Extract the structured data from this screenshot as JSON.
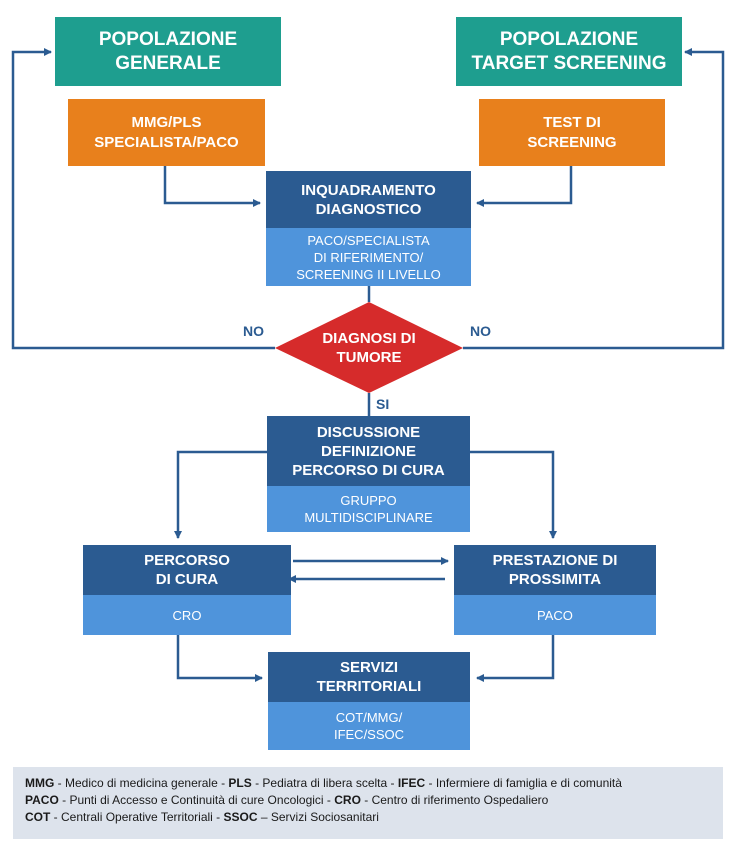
{
  "nodes": {
    "popolazione_generale": "POPOLAZIONE\nGENERALE",
    "popolazione_target": "POPOLAZIONE\nTARGET SCREENING",
    "mmg_pls": "MMG/PLS\nSPECIALISTA/PACO",
    "test_screening": "TEST DI\nSCREENING",
    "inquadramento": "INQUADRAMENTO\nDIAGNOSTICO",
    "inquadramento_sub": "PACO/SPECIALISTA\nDI RIFERIMENTO/\nSCREENING II LIVELLO",
    "diagnosi": "DIAGNOSI DI\nTUMORE",
    "discussione": "DISCUSSIONE\nDEFINIZIONE\nPERCORSO DI CURA",
    "discussione_sub": "GRUPPO\nMULTIDISCIPLINARE",
    "percorso": "PERCORSO\nDI CURA",
    "percorso_sub": "CRO",
    "prestazione": "PRESTAZIONE DI\nPROSSIMITA",
    "prestazione_sub": "PACO",
    "servizi": "SERVIZI\nTERRITORIALI",
    "servizi_sub": "COT/MMG/\nIFEC/SSOC"
  },
  "labels": {
    "no_left": "NO",
    "no_right": "NO",
    "si": "SI"
  },
  "legend": {
    "l1_k1": "MMG",
    "l1_v1": " - Medico di medicina generale - ",
    "l1_k2": "PLS",
    "l1_v2": " - Pediatra di libera scelta - ",
    "l1_k3": "IFEC",
    "l1_v3": " - Infermiere di famiglia e di comunità",
    "l2_k1": "PACO",
    "l2_v1": " - Punti di Accesso e Continuità di cure Oncologici - ",
    "l2_k2": "CRO",
    "l2_v2": " - Centro di riferimento Ospedaliero",
    "l3_k1": "COT",
    "l3_v1": " - Centrali Operative Territoriali - ",
    "l3_k2": "SSOC",
    "l3_v2": " – Servizi Sociosanitari"
  },
  "colors": {
    "teal": "#1e9e8f",
    "orange": "#e8801c",
    "navy": "#2b5b91",
    "light_blue": "#4f94db",
    "red": "#d62b2b",
    "legend_bg": "#dde3ec"
  }
}
